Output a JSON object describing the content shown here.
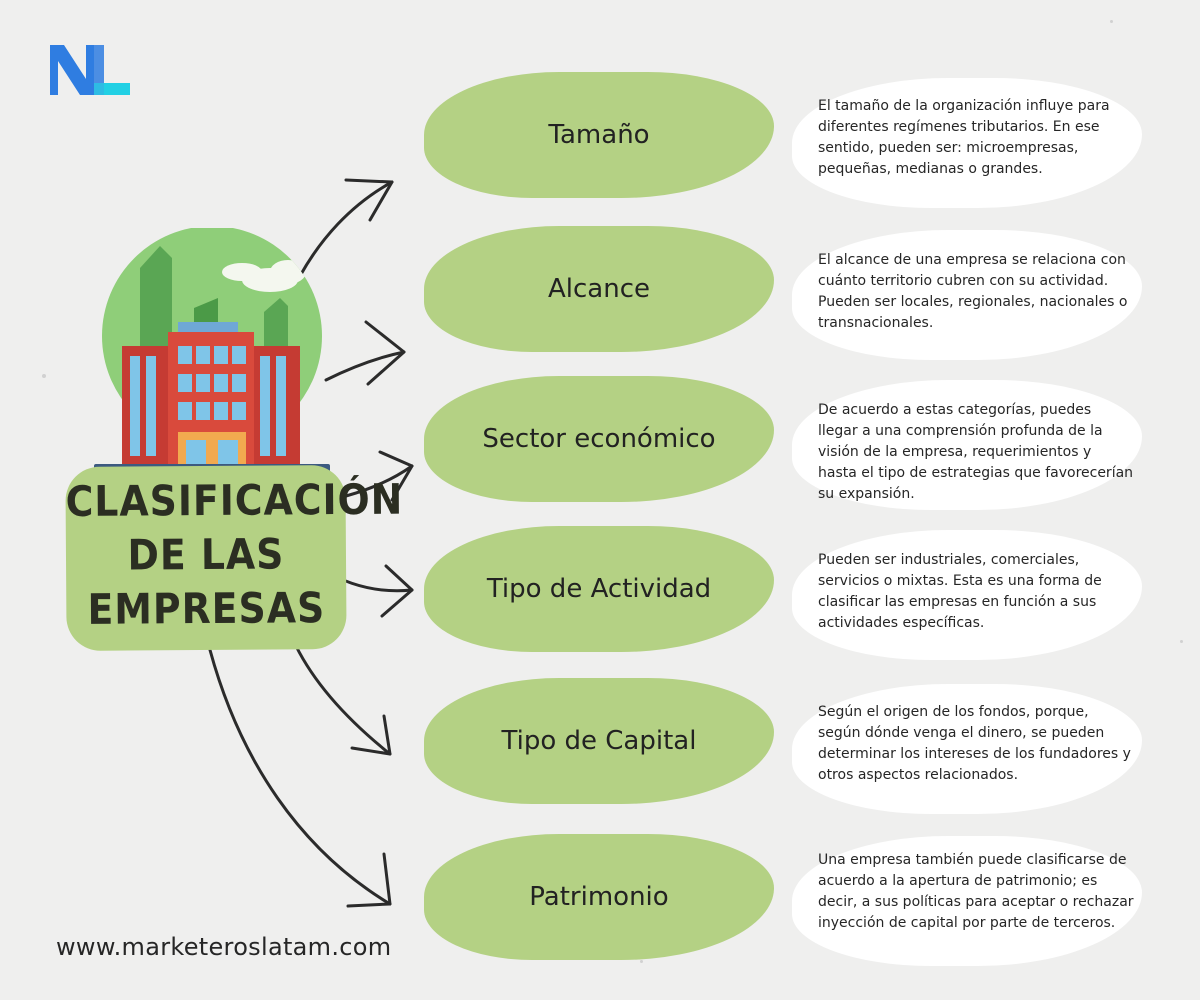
{
  "title_lines": [
    "CLASIFICACIÓN",
    "DE LAS",
    "EMPRESAS"
  ],
  "categories": [
    {
      "label": "Tamaño",
      "description": "El tamaño de la organización influye para diferentes regímenes tributarios. En ese sentido, pueden ser: microempresas, pequeñas, medianas o grandes."
    },
    {
      "label": "Alcance",
      "description": "El alcance de una empresa se relaciona con cuánto territorio cubren con su actividad. Pueden ser locales, regionales, nacionales o transnacionales."
    },
    {
      "label": "Sector económico",
      "description": "De acuerdo a estas categorías, puedes llegar a una comprensión profunda de la visión de la empresa, requerimientos y hasta el tipo de estrategias que favorecerían su expansión."
    },
    {
      "label": "Tipo de Actividad",
      "description": "Pueden ser industriales, comerciales, servicios o mixtas. Esta es una forma de clasificar las empresas en función a sus actividades específicas."
    },
    {
      "label": "Tipo de Capital",
      "description": "Según el origen de los fondos, porque, según dónde venga el dinero, se pueden determinar los intereses de los fundadores y otros aspectos relacionados."
    },
    {
      "label": "Patrimonio",
      "description": "Una empresa también puede clasificarse de acuerdo a la apertura de patrimonio; es decir, a sus políticas para aceptar o rechazar inyección de capital por parte de terceros."
    }
  ],
  "footer_url": "www.marketeroslatam.com",
  "colors": {
    "background": "#efefee",
    "pill_green": "#b4d184",
    "circle_green": "#8fce79",
    "building_red": "#d94a3c",
    "logo_blue": "#2f7de1",
    "logo_cyan": "#22d0e4",
    "arrow": "#2b2b2b"
  },
  "icons": [
    "brand-logo-icon",
    "city-building-icon",
    "arrow-icon"
  ]
}
